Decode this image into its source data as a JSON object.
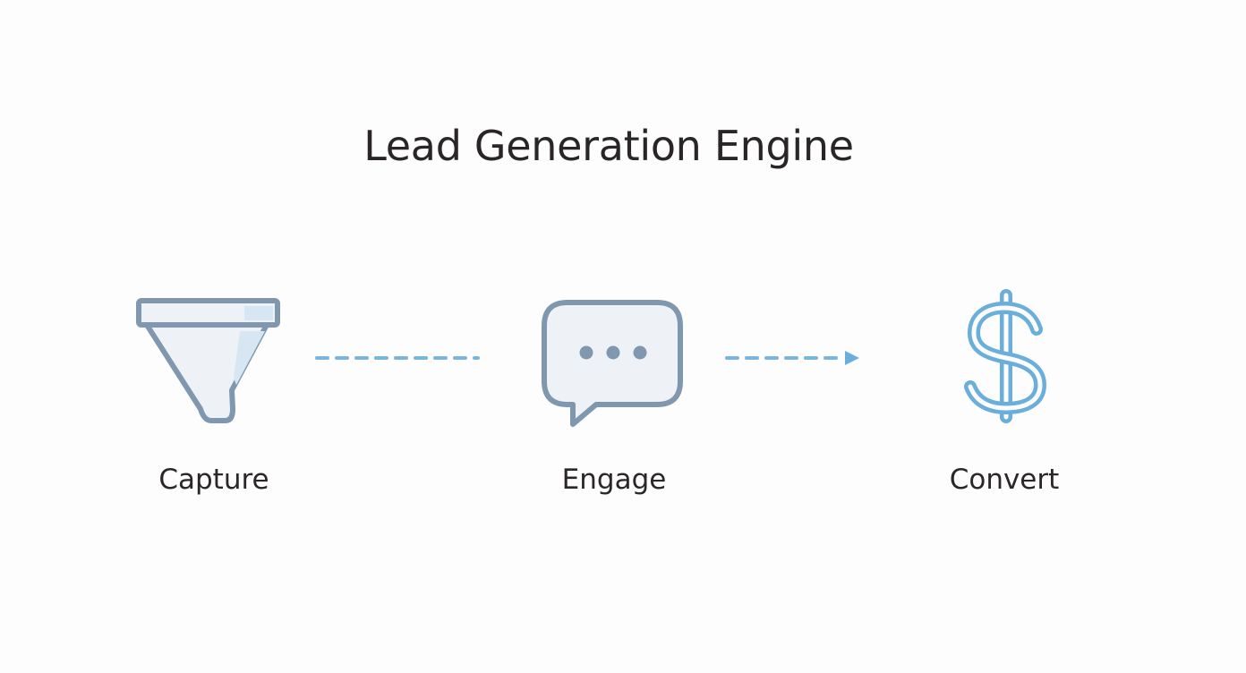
{
  "diagram": {
    "title": "Lead Generation Engine",
    "steps": [
      {
        "label": "Capture",
        "icon": "funnel-icon"
      },
      {
        "label": "Engage",
        "icon": "chat-bubble-icon"
      },
      {
        "label": "Convert",
        "icon": "dollar-sign-icon"
      }
    ],
    "connectors": [
      {
        "from": "Capture",
        "to": "Engage",
        "style": "dashed",
        "arrow": false
      },
      {
        "from": "Engage",
        "to": "Convert",
        "style": "dashed",
        "arrow": true
      }
    ]
  },
  "colors": {
    "background": "#fdfdfd",
    "text": "#2a2628",
    "icon_stroke": "#7f98b0",
    "icon_fill": "#eef2f7",
    "accent_blue": "#6aaedb"
  }
}
